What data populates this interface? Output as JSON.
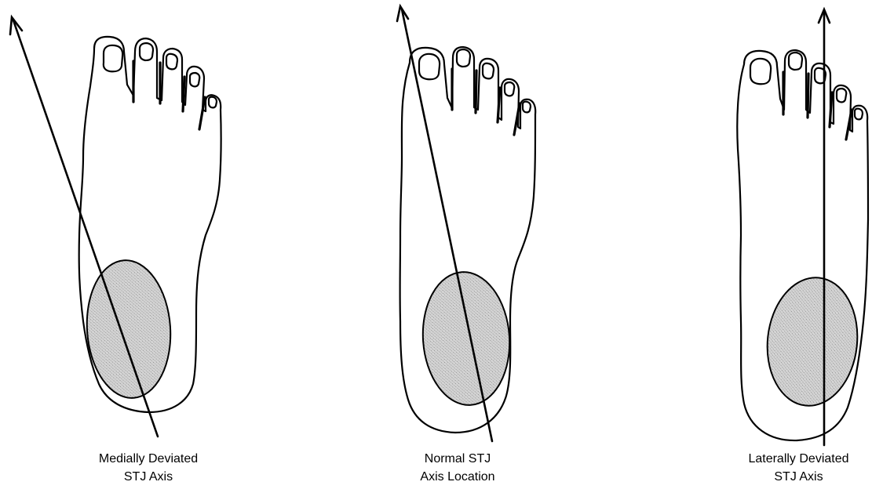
{
  "figure": {
    "panels": [
      {
        "id": "medial",
        "caption_line1": "Medially Deviated",
        "caption_line2": "STJ Axis"
      },
      {
        "id": "normal",
        "caption_line1": "Normal STJ",
        "caption_line2": "Axis Location"
      },
      {
        "id": "lateral",
        "caption_line1": "Laterally Deviated",
        "caption_line2": "STJ Axis"
      }
    ]
  }
}
